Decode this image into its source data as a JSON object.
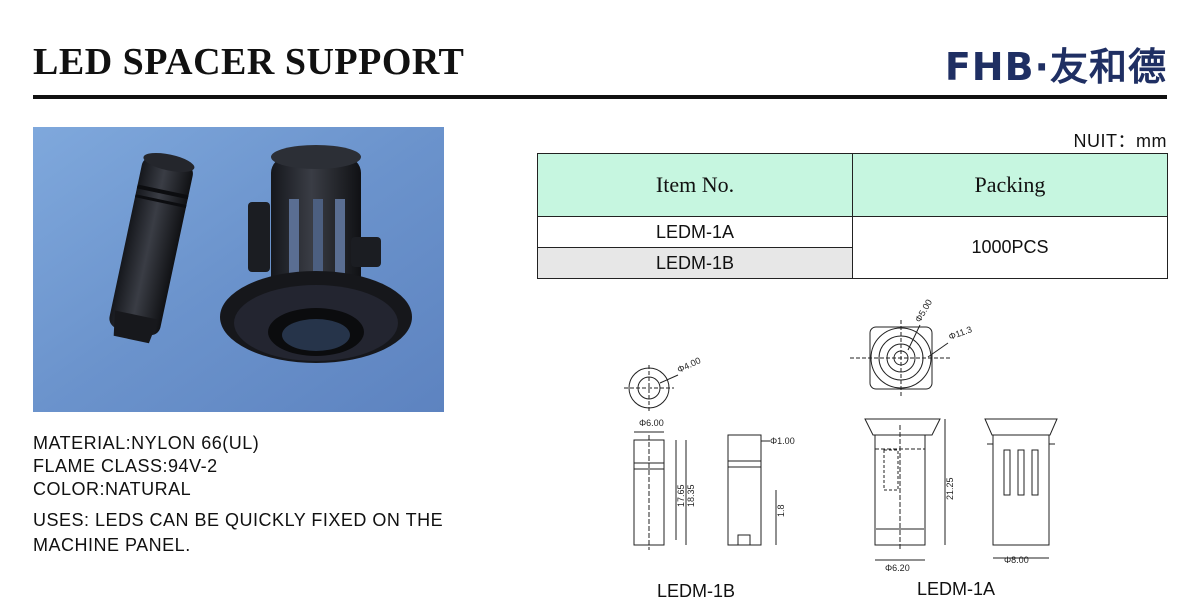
{
  "header": {
    "title": "LED SPACER SUPPORT",
    "brand": "FHB·友和德"
  },
  "specs": {
    "material": "MATERIAL:NYLON 66(UL)",
    "flame_class": "FLAME CLASS:94V-2",
    "color": "COLOR:NATURAL",
    "uses": "USES: LEDS CAN BE QUICKLY FIXED ON THE MACHINE PANEL."
  },
  "unit": "NUIT：mm",
  "table": {
    "headers": [
      "Item No.",
      "Packing"
    ],
    "rows": [
      {
        "item": "LEDM-1A",
        "packing": "1000PCS"
      },
      {
        "item": "LEDM-1B",
        "packing": "1000PCS"
      }
    ]
  },
  "drawings": {
    "ledm_1b": {
      "caption": "LEDM-1B",
      "dim_top": "Φ4.00",
      "dim_width": "Φ6.00",
      "dim_h1": "17.65",
      "dim_h2": "18.35",
      "dim_pin": "Φ1.00",
      "dim_slot": "1.8"
    },
    "ledm_1a": {
      "caption": "LEDM-1A",
      "dim_inner": "Φ5.00",
      "dim_outer": "Φ11.3",
      "dim_height": "21.25",
      "dim_bottom": "Φ6.20",
      "dim_body": "Φ8.00"
    }
  }
}
